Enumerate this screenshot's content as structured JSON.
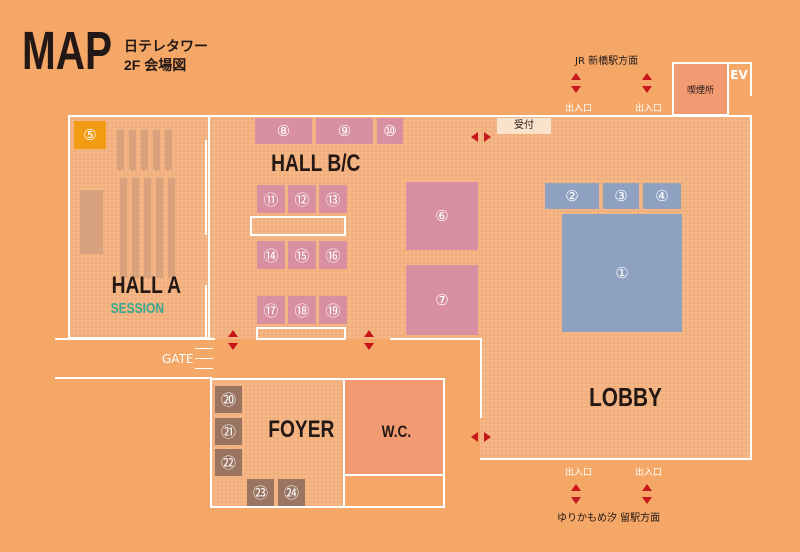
{
  "header": {
    "title": "MAP",
    "venue": "日テレタワー",
    "floor": "2F 会場図"
  },
  "directions": {
    "top": "JR 新橋駅方面",
    "bottom": "ゆりかもめ汐 留駅方面"
  },
  "entrance_label": "出入口",
  "rooms": {
    "hall_a": "HALL A",
    "session": "SESSION",
    "hall_bc": "HALL B/C",
    "lobby": "LOBBY",
    "foyer": "FOYER",
    "wc": "W.C.",
    "gate": "GATE",
    "reception": "受付",
    "smoking": "喫煙所",
    "ev": "EV"
  },
  "booths": {
    "b1": "①",
    "b2": "②",
    "b3": "③",
    "b4": "④",
    "b5": "⑤",
    "b6": "⑥",
    "b7": "⑦",
    "b8": "⑧",
    "b9": "⑨",
    "b10": "⑩",
    "b11": "⑪",
    "b12": "⑫",
    "b13": "⑬",
    "b14": "⑭",
    "b15": "⑮",
    "b16": "⑯",
    "b17": "⑰",
    "b18": "⑱",
    "b19": "⑲",
    "b20": "⑳",
    "b21": "㉑",
    "b22": "㉒",
    "b23": "㉓",
    "b24": "㉔"
  },
  "colors": {
    "background": "#f4a766",
    "booth_pink": "#d88fa1",
    "booth_blue": "#8fa1c1",
    "booth_brown": "#9a7461",
    "booth_orange": "#f39a13",
    "arrow": "#c8161d",
    "session": "#3aa88f"
  }
}
